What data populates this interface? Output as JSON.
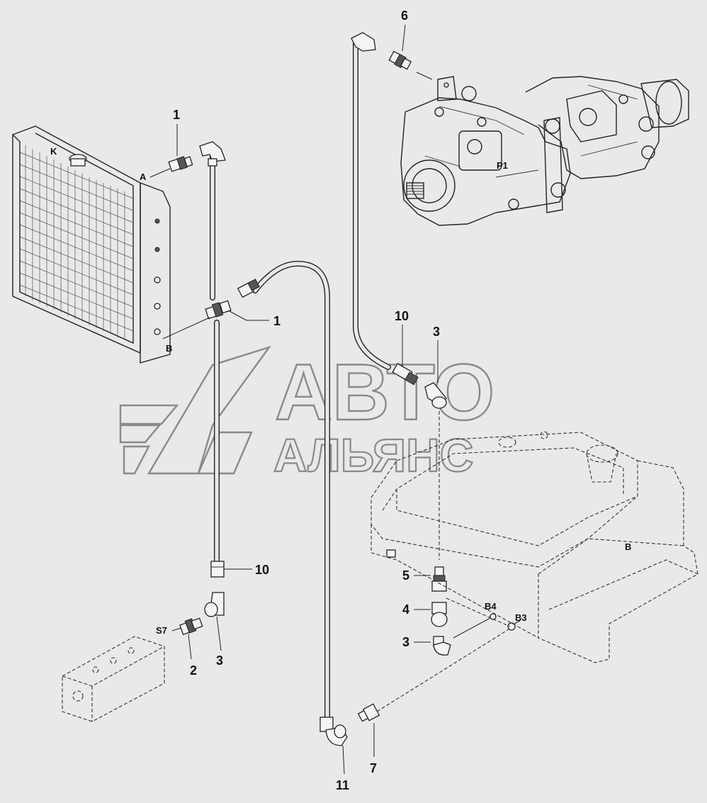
{
  "callouts": {
    "n1": "1",
    "n2": "2",
    "n3": "3",
    "n4": "4",
    "n5": "5",
    "n6": "6",
    "n7": "7",
    "n10": "10",
    "n11": "11"
  },
  "letters": {
    "k": "K",
    "a": "A",
    "b": "B",
    "p1": "P1",
    "s7": "S7",
    "b3": "B3",
    "b4": "B4"
  },
  "watermark": {
    "line1": "АВТО",
    "line2": "АЛЬЯНС"
  }
}
